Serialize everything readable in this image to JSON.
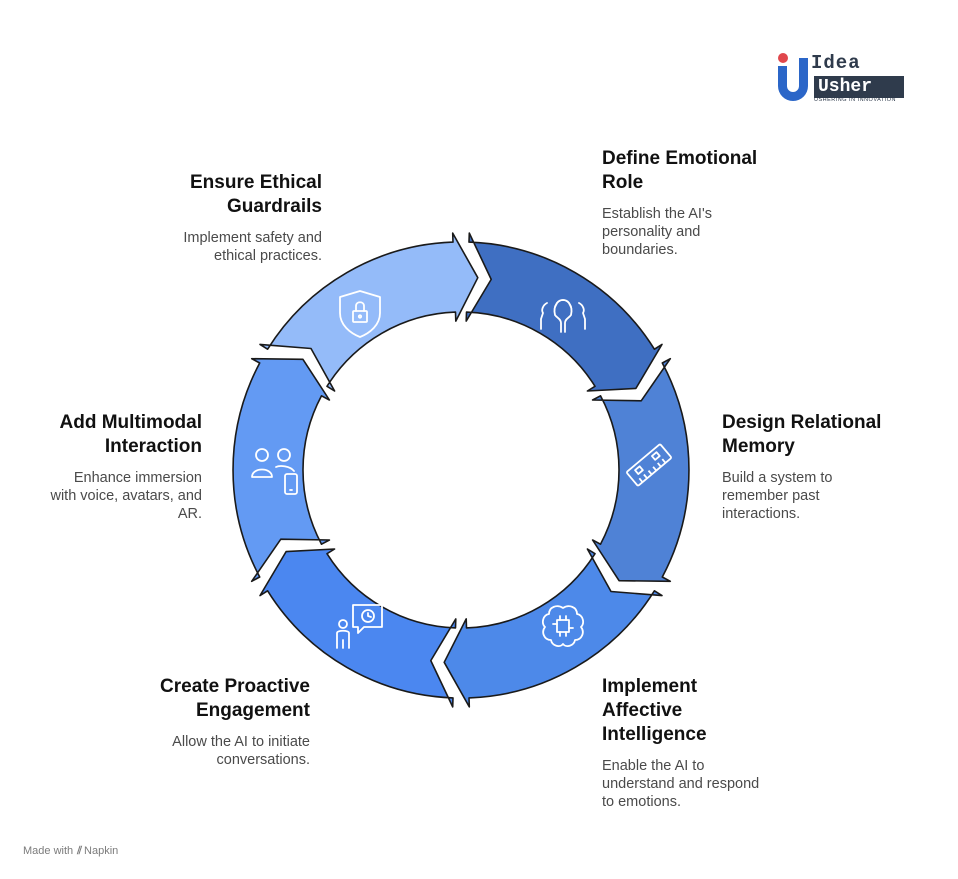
{
  "logo": {
    "word1": "Idea",
    "word2": "Usher",
    "tagline": "USHERING IN INNOVATION"
  },
  "colors": {
    "step1": "#3f6fc2",
    "step2": "#4f82d6",
    "step3": "#4d89e9",
    "step4": "#4b87f0",
    "step5": "#639af3",
    "step6": "#94bbf9",
    "outline": "#1a1a1a",
    "icon": "#ffffff"
  },
  "steps": [
    {
      "title_lines": [
        "Define Emotional",
        "Role"
      ],
      "desc_lines": [
        "Establish the AI's",
        "personality and",
        "boundaries."
      ],
      "icon": "two-heads-icon"
    },
    {
      "title_lines": [
        "Design Relational",
        "Memory"
      ],
      "desc_lines": [
        "Build a system to",
        "remember past",
        "interactions."
      ],
      "icon": "memory-chip-icon"
    },
    {
      "title_lines": [
        "Implement",
        "Affective",
        "Intelligence"
      ],
      "desc_lines": [
        "Enable the AI to",
        "understand and respond",
        "to emotions."
      ],
      "icon": "brain-chip-icon"
    },
    {
      "title_lines": [
        "Create Proactive",
        "Engagement"
      ],
      "desc_lines": [
        "Allow the AI to initiate",
        "conversations."
      ],
      "icon": "person-clock-icon"
    },
    {
      "title_lines": [
        "Add Multimodal",
        "Interaction"
      ],
      "desc_lines": [
        "Enhance immersion",
        "with voice, avatars, and",
        "AR."
      ],
      "icon": "users-phone-icon"
    },
    {
      "title_lines": [
        "Ensure Ethical",
        "Guardrails"
      ],
      "desc_lines": [
        "Implement safety and",
        "ethical practices."
      ],
      "icon": "shield-lock-icon"
    }
  ],
  "footer": {
    "made_with": "Made with",
    "brand": "Napkin"
  }
}
